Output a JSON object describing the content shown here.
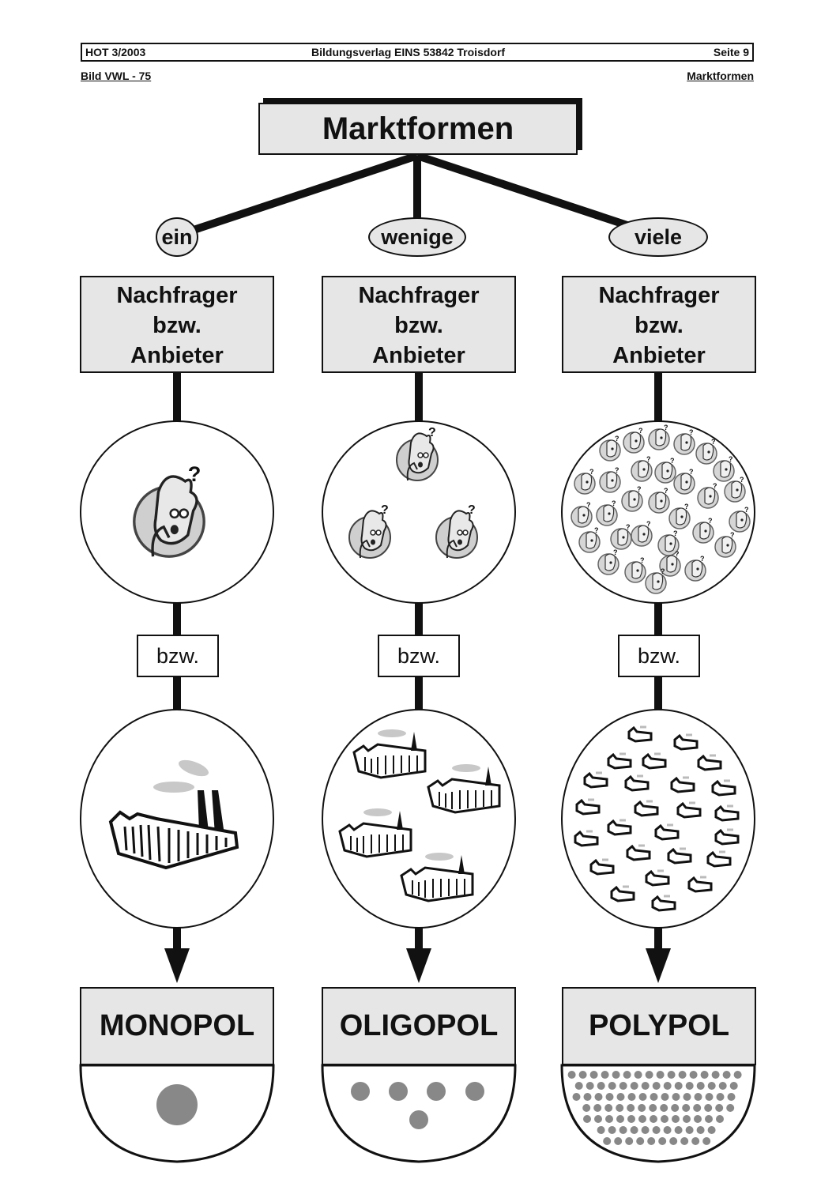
{
  "header": {
    "left": "HOT 3/2003",
    "center": "Bildungsverlag EINS  53842 Troisdorf",
    "right": "Seite 9"
  },
  "subheader": {
    "left": "Bild VWL  -  75",
    "right": "Marktformen"
  },
  "title": "Marktformen",
  "columns": [
    {
      "quantity": "ein",
      "role": [
        "Nachfrager",
        "bzw.",
        "Anbieter"
      ],
      "connector": "bzw.",
      "result": "MONOPOL"
    },
    {
      "quantity": "wenige",
      "role": [
        "Nachfrager",
        "bzw.",
        "Anbieter"
      ],
      "connector": "bzw.",
      "result": "OLIGOPOL"
    },
    {
      "quantity": "viele",
      "role": [
        "Nachfrager",
        "bzw.",
        "Anbieter"
      ],
      "connector": "bzw.",
      "result": "POLYPOL"
    }
  ]
}
